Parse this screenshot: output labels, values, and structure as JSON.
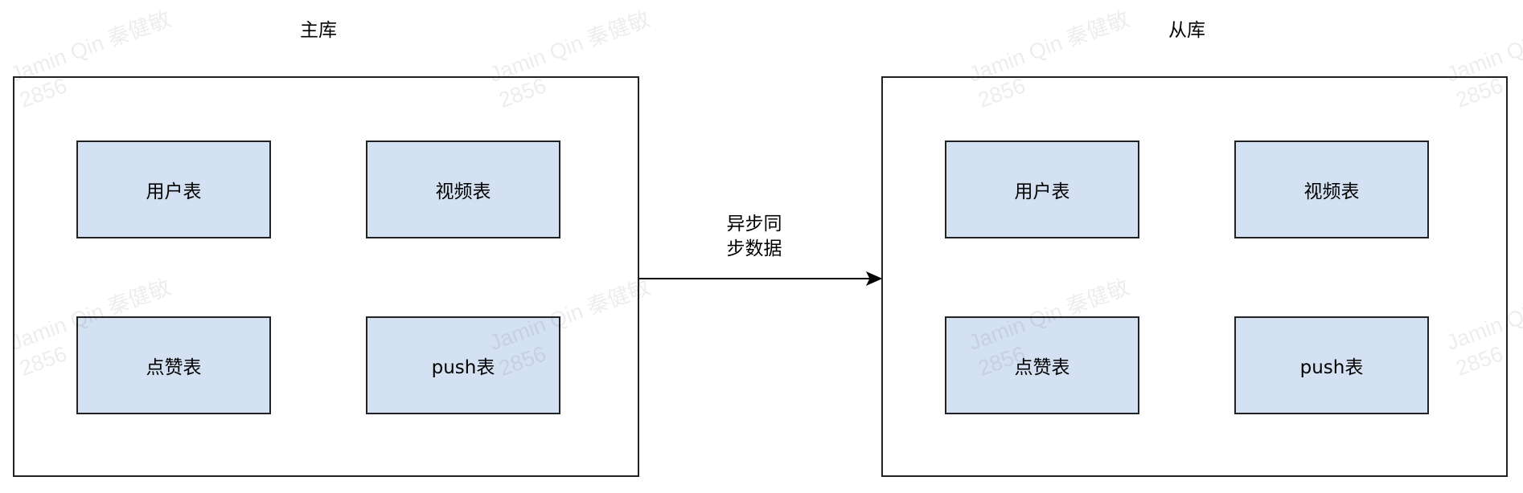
{
  "colors": {
    "table_fill": "#d4e1f2",
    "stroke": "#222222",
    "watermark": "rgba(0,0,0,0.07)"
  },
  "watermark": {
    "line1": "Jamin Qin 秦健敏",
    "line2": "2856"
  },
  "primary": {
    "title": "主库",
    "tables": [
      "用户表",
      "视频表",
      "点赞表",
      "push表"
    ]
  },
  "replica": {
    "title": "从库",
    "tables": [
      "用户表",
      "视频表",
      "点赞表",
      "push表"
    ]
  },
  "sync_edge": {
    "label_line1": "异步同",
    "label_line2": "步数据"
  }
}
